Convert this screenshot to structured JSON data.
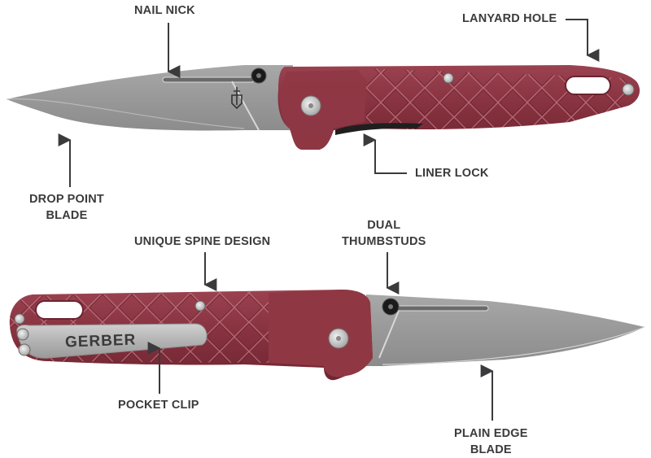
{
  "diagram": {
    "subject": "Folding pocket knife feature callouts",
    "colors": {
      "handle": "#8a3440",
      "handle_dark": "#6e2531",
      "handle_highlight": "#a9515d",
      "blade": "#9a9a9a",
      "blade_light": "#b3b3b3",
      "label_text": "#3b3b3d",
      "arrow": "#3b3b3d",
      "clip": "#b8b8b8"
    },
    "top_knife": {
      "callouts": {
        "nail_nick": {
          "lines": [
            "NAIL NICK"
          ]
        },
        "lanyard_hole": {
          "lines": [
            "LANYARD HOLE"
          ]
        },
        "drop_point_blade": {
          "lines": [
            "DROP POINT",
            "BLADE"
          ]
        },
        "liner_lock": {
          "lines": [
            "LINER LOCK"
          ]
        }
      }
    },
    "bottom_knife": {
      "clip_brand_text": "GERBER",
      "callouts": {
        "unique_spine_design": {
          "lines": [
            "UNIQUE SPINE DESIGN"
          ]
        },
        "dual_thumbstuds": {
          "lines": [
            "DUAL",
            "THUMBSTUDS"
          ]
        },
        "pocket_clip": {
          "lines": [
            "POCKET CLIP"
          ]
        },
        "plain_edge_blade": {
          "lines": [
            "PLAIN EDGE",
            "BLADE"
          ]
        }
      }
    }
  }
}
